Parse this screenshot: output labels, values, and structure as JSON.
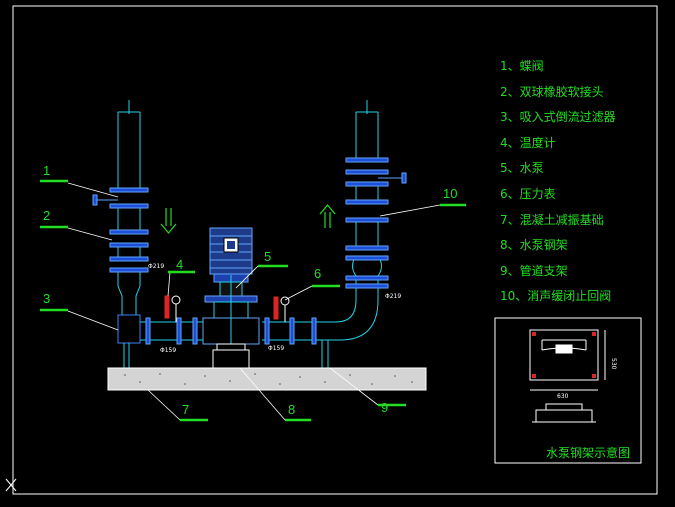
{
  "callouts": [
    "1",
    "2",
    "3",
    "4",
    "5",
    "6",
    "7",
    "8",
    "9",
    "10"
  ],
  "legend": [
    "1、蝶阀",
    "2、双球橡胶软接头",
    "3、吸入式倒流过滤器",
    "4、温度计",
    "5、水泵",
    "6、压力表",
    "7、混凝土减振基础",
    "8、水泵钢架",
    "9、管道支架",
    "10、消声缓闭止回阀"
  ],
  "dimensions": {
    "inlet_dia": "Φ219",
    "outlet_dia": "Φ219",
    "suction_dia": "Φ159",
    "discharge_dia": "Φ159",
    "frame_width": "630",
    "frame_height": "530"
  },
  "detail": {
    "caption": "水泵钢架示意图"
  },
  "colors": {
    "background": "#000000",
    "pipe": "#22d3e6",
    "flange": "#3b82f6",
    "label": "#22dd22",
    "leader": "#ffffff",
    "foundation": "#e5e5e5"
  },
  "icons": [
    "flow-down-arrow-icon",
    "flow-up-arrow-icon",
    "ucs-icon"
  ]
}
